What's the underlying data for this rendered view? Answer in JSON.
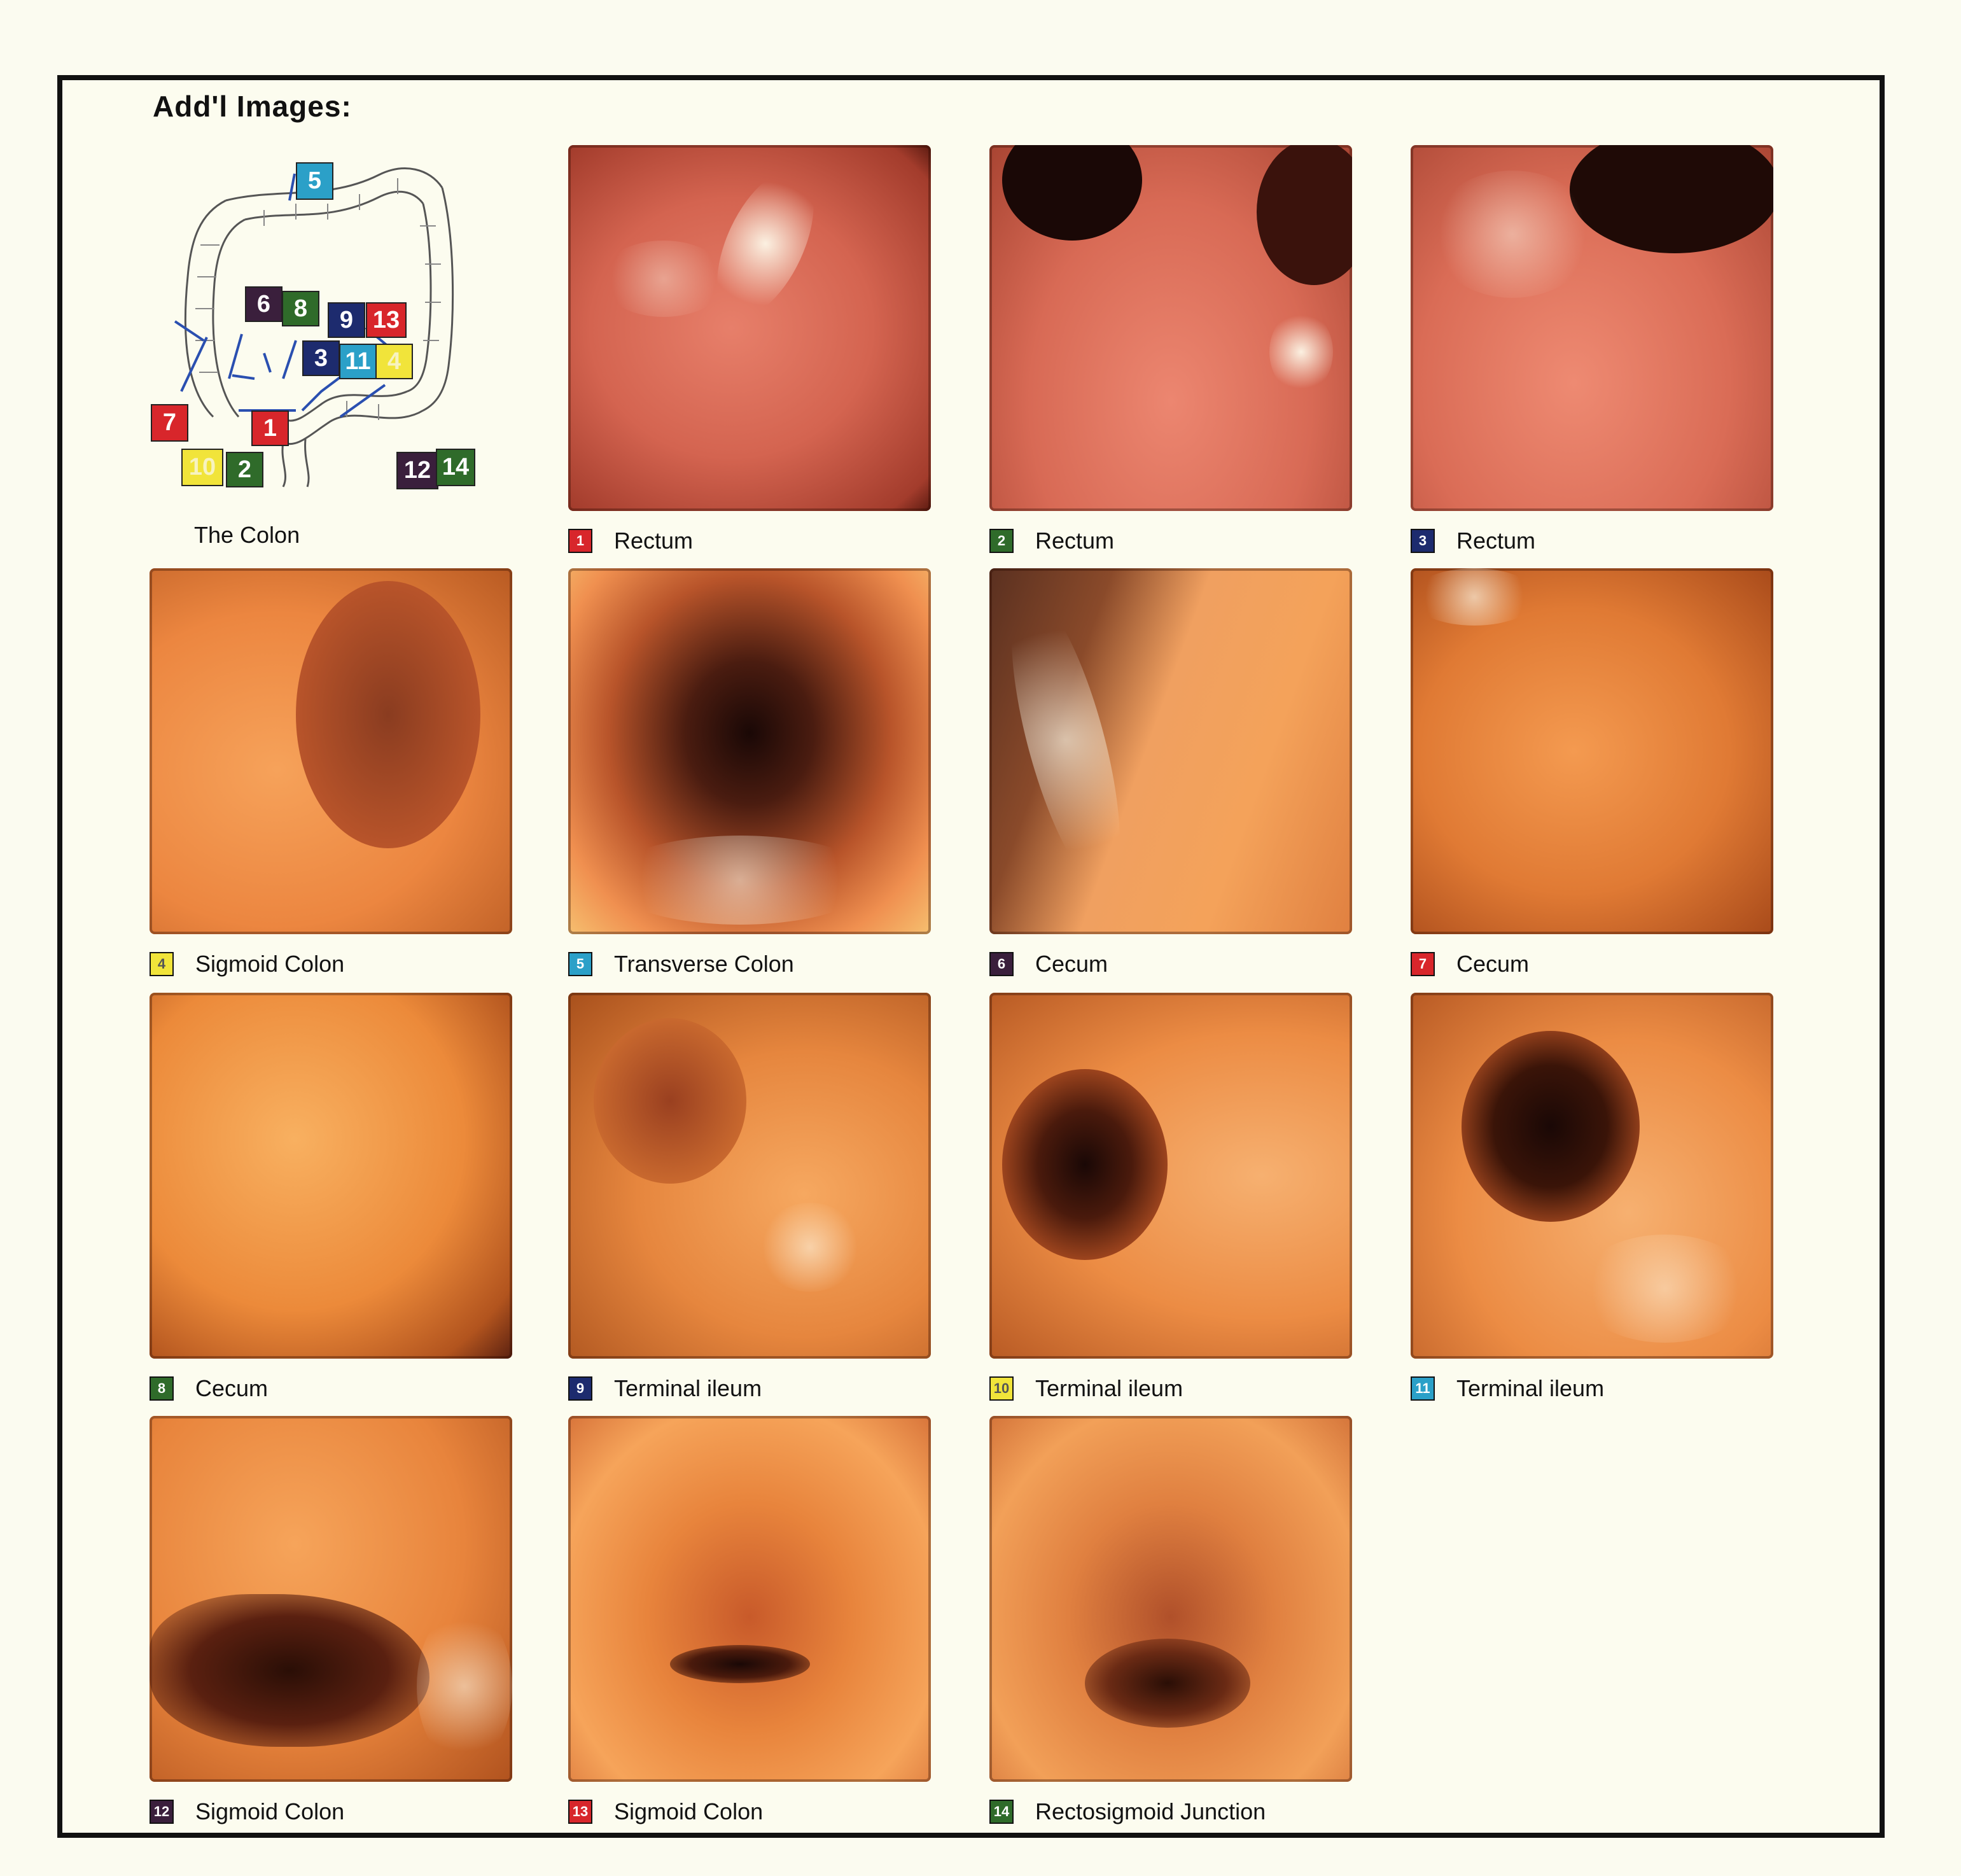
{
  "heading": "Add'l Images:",
  "diagram": {
    "caption": "The Colon",
    "labels": [
      {
        "num": "5",
        "color": "#2ba0c8"
      },
      {
        "num": "6",
        "color": "#3a1f3c"
      },
      {
        "num": "8",
        "color": "#2f6b2a"
      },
      {
        "num": "9",
        "color": "#1d2b6e"
      },
      {
        "num": "13",
        "color": "#d8262b"
      },
      {
        "num": "3",
        "color": "#1d2b6e"
      },
      {
        "num": "11",
        "color": "#2ba0c8"
      },
      {
        "num": "4",
        "color": "#f1e43a"
      },
      {
        "num": "7",
        "color": "#d8262b"
      },
      {
        "num": "1",
        "color": "#d8262b"
      },
      {
        "num": "10",
        "color": "#f1e43a"
      },
      {
        "num": "2",
        "color": "#2f6b2a"
      },
      {
        "num": "12",
        "color": "#3a1f3c"
      },
      {
        "num": "14",
        "color": "#2f6b2a"
      }
    ]
  },
  "images": [
    {
      "num": "1",
      "label": "Rectum",
      "badge_color": "#d8262b"
    },
    {
      "num": "2",
      "label": "Rectum",
      "badge_color": "#2f6b2a"
    },
    {
      "num": "3",
      "label": "Rectum",
      "badge_color": "#1d2b6e"
    },
    {
      "num": "4",
      "label": "Sigmoid Colon",
      "badge_color": "#f1e43a"
    },
    {
      "num": "5",
      "label": "Transverse Colon",
      "badge_color": "#2ba0c8"
    },
    {
      "num": "6",
      "label": "Cecum",
      "badge_color": "#3a1f3c"
    },
    {
      "num": "7",
      "label": "Cecum",
      "badge_color": "#d8262b"
    },
    {
      "num": "8",
      "label": "Cecum",
      "badge_color": "#2f6b2a"
    },
    {
      "num": "9",
      "label": "Terminal ileum",
      "badge_color": "#1d2b6e"
    },
    {
      "num": "10",
      "label": "Terminal ileum",
      "badge_color": "#f1e43a"
    },
    {
      "num": "11",
      "label": "Terminal ileum",
      "badge_color": "#2ba0c8"
    },
    {
      "num": "12",
      "label": "Sigmoid Colon",
      "badge_color": "#3a1f3c"
    },
    {
      "num": "13",
      "label": "Sigmoid Colon",
      "badge_color": "#d8262b"
    },
    {
      "num": "14",
      "label": "Rectosigmoid Junction",
      "badge_color": "#2f6b2a"
    }
  ]
}
